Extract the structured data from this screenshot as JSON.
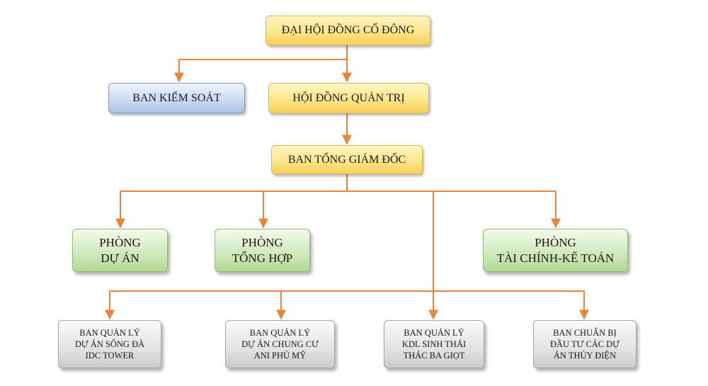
{
  "colors": {
    "connector": "#e8853a",
    "gold_box": "#fde68a",
    "blue_box": "#c9d9f1",
    "green_box": "#cfe8bb",
    "gray_box": "#e3e3e3"
  },
  "nodes": {
    "dai_hoi": {
      "label": "ĐẠI HỘI ĐỒNG CỔ ĐÔNG"
    },
    "ban_kiem_soat": {
      "label": "BAN KIỂM SOÁT"
    },
    "hoi_dong_quan_tri": {
      "label": "HỘI ĐỒNG QUẢN TRỊ"
    },
    "ban_tong_giam_doc": {
      "label": "BAN TỔNG GIÁM ĐỐC"
    },
    "phong_du_an": {
      "lines": [
        "PHÒNG",
        "DỰ ÁN"
      ]
    },
    "phong_tong_hop": {
      "lines": [
        "PHÒNG",
        "TỔNG HỢP"
      ]
    },
    "phong_tai_chinh": {
      "lines": [
        "PHÒNG",
        "TÀI CHÍNH-KẾ TOÁN"
      ]
    },
    "bql_song_da": {
      "lines": [
        "BAN QUẢN LÝ",
        "DỰ ÁN SÔNG ĐÀ",
        "IDC TOWER"
      ]
    },
    "bql_chung_cu": {
      "lines": [
        "BAN QUẢN LÝ",
        "DỰ ÁN CHUNG CƯ",
        "ANI PHÚ MỸ"
      ]
    },
    "bql_kdl": {
      "lines": [
        "BAN QUẢN LÝ",
        "KDL SINH THÁI",
        "THÁC BA GIỌT"
      ]
    },
    "ban_chuan_bi": {
      "lines": [
        "BAN CHUẨN BỊ",
        "ĐẦU TƯ CÁC DỰ",
        "ÁN THỦY ĐIỆN"
      ]
    }
  }
}
